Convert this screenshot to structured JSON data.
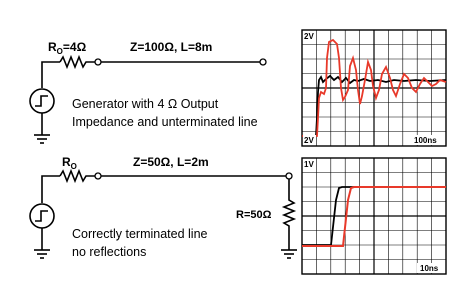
{
  "circuit_top": {
    "source_resistor": "R",
    "source_resistor_sub": "O",
    "source_resistor_value": "=4Ω",
    "line_params": "Z=100Ω, L=8m",
    "description": [
      "Generator with 4 Ω Output",
      "Impedance and unterminated line"
    ]
  },
  "circuit_bottom": {
    "source_resistor": "R",
    "source_resistor_sub": "O",
    "line_params": "Z=50Ω, L=2m",
    "termination": "R=50Ω",
    "description": [
      "Correctly terminated line",
      "no reflections"
    ]
  },
  "scope_top": {
    "volts_div_top": "2V",
    "volts_div_bottom": "2V",
    "time_div": "100ns"
  },
  "scope_bottom": {
    "volts_div": "1V",
    "time_div": "10ns"
  },
  "colors": {
    "trace_red": "#e8392a",
    "trace_black": "#000000",
    "wire": "#000000"
  }
}
